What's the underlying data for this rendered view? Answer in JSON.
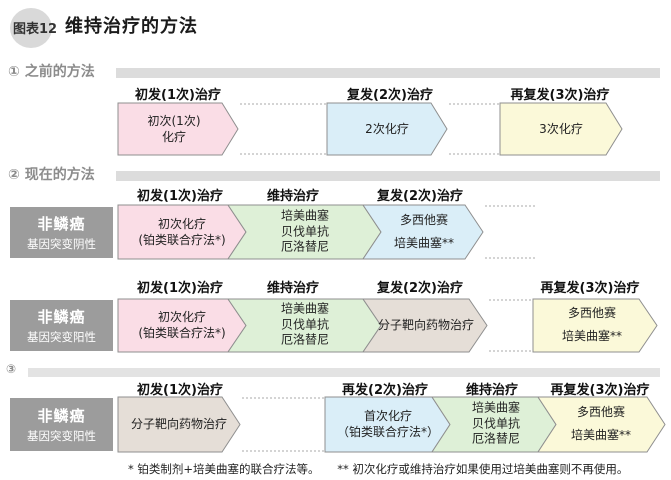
{
  "header": {
    "badge": "图表12",
    "title": "维持治疗的方法"
  },
  "sections": {
    "s1": "① 之前的方法",
    "s2": "② 现在的方法",
    "s3": "③"
  },
  "colors": {
    "chemo_pink": "#fadde6",
    "chemo_blue": "#daeef8",
    "chemo_yellow": "#fbf9d9",
    "maintenance_green": "#def0d7",
    "targeted_tan": "#e5ded7",
    "label_gray": "#9c9c9c",
    "bar_gray": "#dcdcdc"
  },
  "row1": {
    "headers": [
      "初发(1次)治疗",
      "复发(2次)治疗",
      "再复发(3次)治疗"
    ],
    "pink": {
      "line1": "初次(1次)",
      "line2": "化疗"
    },
    "blue": {
      "line1": "2次化疗"
    },
    "yellow": {
      "line1": "3次化疗"
    }
  },
  "row2": {
    "headers": [
      "初发(1次)治疗",
      "维持治疗",
      "复发(2次)治疗"
    ],
    "label": {
      "line1": "非鳞癌",
      "line2": "基因突变阴性"
    },
    "pink": {
      "line1": "初次化疗",
      "line2": "(铂类联合疗法*)"
    },
    "green": {
      "line1": "培美曲塞",
      "line2": "贝伐单抗",
      "line3": "厄洛替尼"
    },
    "blue": {
      "line1": "多西他赛",
      "line2": "培美曲塞**"
    }
  },
  "row3": {
    "headers": [
      "初发(1次)治疗",
      "维持治疗",
      "复发(2次)治疗",
      "再复发(3次)治疗"
    ],
    "label": {
      "line1": "非鳞癌",
      "line2": "基因突变阳性"
    },
    "pink": {
      "line1": "初次化疗",
      "line2": "(铂类联合疗法*)"
    },
    "green": {
      "line1": "培美曲塞",
      "line2": "贝伐单抗",
      "line3": "厄洛替尼"
    },
    "tan": {
      "line1": "分子靶向药物治疗"
    },
    "yellow": {
      "line1": "多西他赛",
      "line2": "培美曲塞**"
    }
  },
  "row4": {
    "headers": [
      "初发(1次)治疗",
      "再发(2次)治疗",
      "维持治疗",
      "再复发(3次)治疗"
    ],
    "label": {
      "line1": "非鳞癌",
      "line2": "基因突变阳性"
    },
    "tan": {
      "line1": "分子靶向药物治疗"
    },
    "blue": {
      "line1": "首次化疗",
      "line2": "（铂类联合疗法*）"
    },
    "green": {
      "line1": "培美曲塞",
      "line2": "贝伐单抗",
      "line3": "厄洛替尼"
    },
    "yellow": {
      "line1": "多西他赛",
      "line2": "培美曲塞**"
    }
  },
  "footnote": {
    "note1": "* 铂类制剂+培美曲塞的联合疗法等。",
    "note2": "** 初次化疗或维持治疗如果使用过培美曲塞则不再使用。"
  }
}
